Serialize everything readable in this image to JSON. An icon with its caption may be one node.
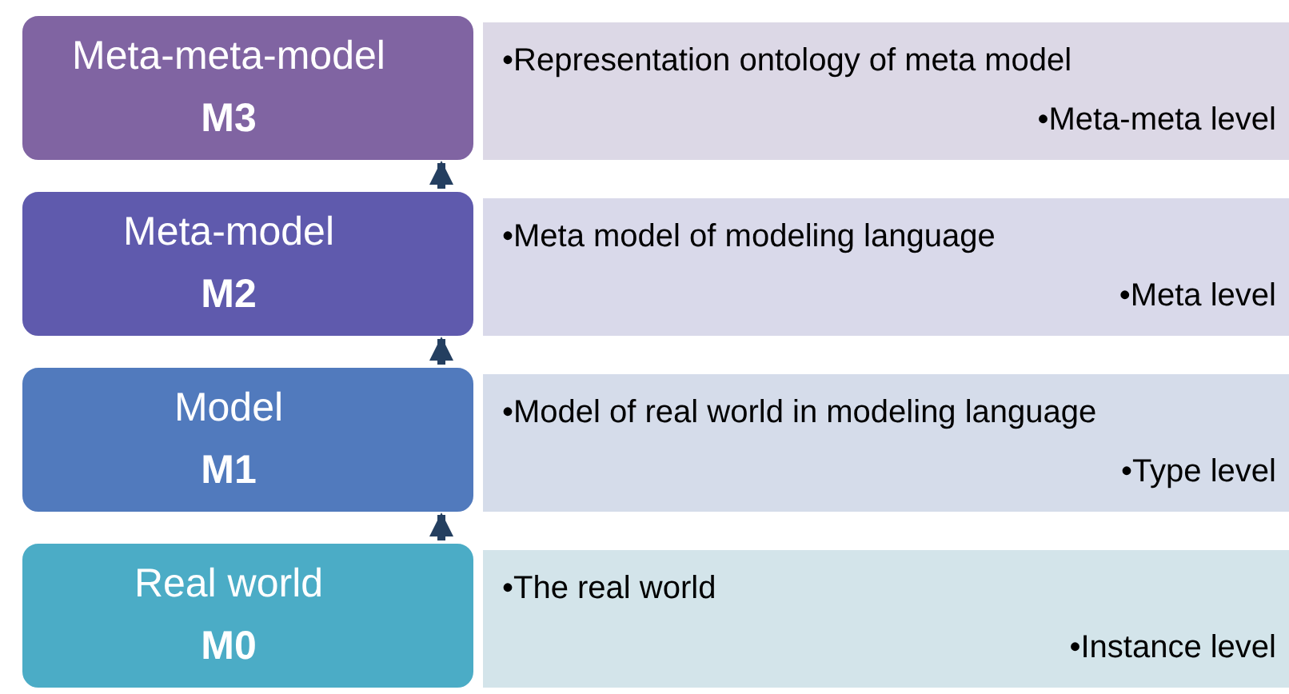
{
  "diagram": {
    "nodes": [
      {
        "text": [
          "Meta-meta-model",
          "M3"
        ]
      },
      {
        "text": [
          "•Representation ontology of meta model",
          "•Meta-meta level"
        ]
      },
      {
        "text": [
          "Meta-model",
          "M2"
        ]
      },
      {
        "text": [
          "•Meta model of modeling language",
          "•Meta level"
        ]
      },
      {
        "text": [
          "Model",
          "M1"
        ]
      },
      {
        "text": [
          "•Model of real world in modeling language",
          "•Type level"
        ]
      },
      {
        "text": [
          "Real world",
          "M0"
        ]
      },
      {
        "text": [
          "•The real world",
          "•Instance level"
        ]
      }
    ],
    "edges": [
      {
        "from": 6,
        "to": 4,
        "arrow": "to"
      },
      {
        "from": 4,
        "to": 2,
        "arrow": "to"
      },
      {
        "from": 2,
        "to": 0,
        "arrow": "to"
      }
    ]
  }
}
